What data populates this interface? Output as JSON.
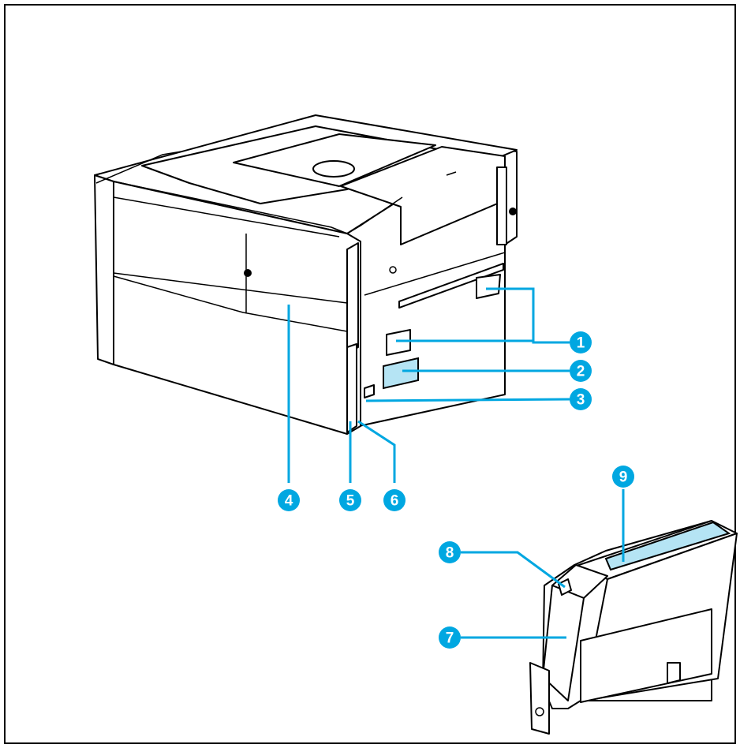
{
  "colors": {
    "callout": "#00a7e1",
    "highlight": "#b5e4f4",
    "line": "#000000",
    "background": "#ffffff"
  },
  "callouts": [
    {
      "id": "1",
      "label": "1"
    },
    {
      "id": "2",
      "label": "2"
    },
    {
      "id": "3",
      "label": "3"
    },
    {
      "id": "4",
      "label": "4"
    },
    {
      "id": "5",
      "label": "5"
    },
    {
      "id": "6",
      "label": "6"
    },
    {
      "id": "7",
      "label": "7"
    },
    {
      "id": "8",
      "label": "8"
    },
    {
      "id": "9",
      "label": "9"
    }
  ]
}
